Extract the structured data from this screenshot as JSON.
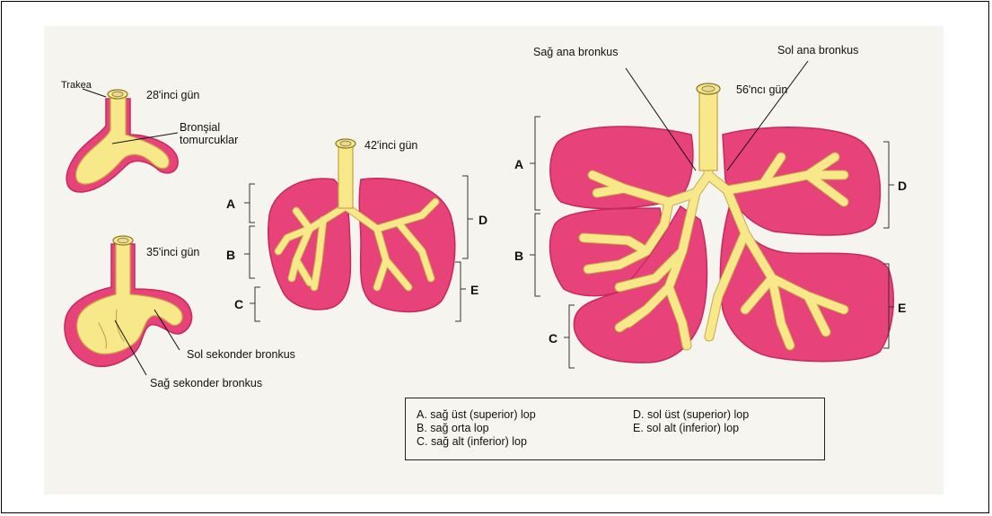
{
  "stage1": {
    "day": "28'inci gün",
    "trachea": "Trakea",
    "buds_line1": "Bronşial",
    "buds_line2": "tomurcuklar"
  },
  "stage2": {
    "day": "35'inci gün",
    "left_secondary": "Sol sekonder bronkus",
    "right_secondary": "Sağ sekonder bronkus"
  },
  "stage3": {
    "day": "42'inci gün",
    "letters": {
      "a": "A",
      "b": "B",
      "c": "C",
      "d": "D",
      "e": "E"
    }
  },
  "stage4": {
    "day": "56'ncı gün",
    "right_main": "Sağ ana bronkus",
    "left_main": "Sol ana bronkus",
    "letters": {
      "a": "A",
      "b": "B",
      "c": "C",
      "d": "D",
      "e": "E"
    }
  },
  "legend": {
    "a": "A. sağ üst (superior) lop",
    "b": "B. sağ orta lop",
    "c": "C. sağ alt (inferior) lop",
    "d": "D. sol üst (superior) lop",
    "e": "E. sol alt (inferior) lop"
  },
  "colors": {
    "lung": "#e8427a",
    "airway": "#f7e98a",
    "airway_edge": "#c9a84a"
  }
}
